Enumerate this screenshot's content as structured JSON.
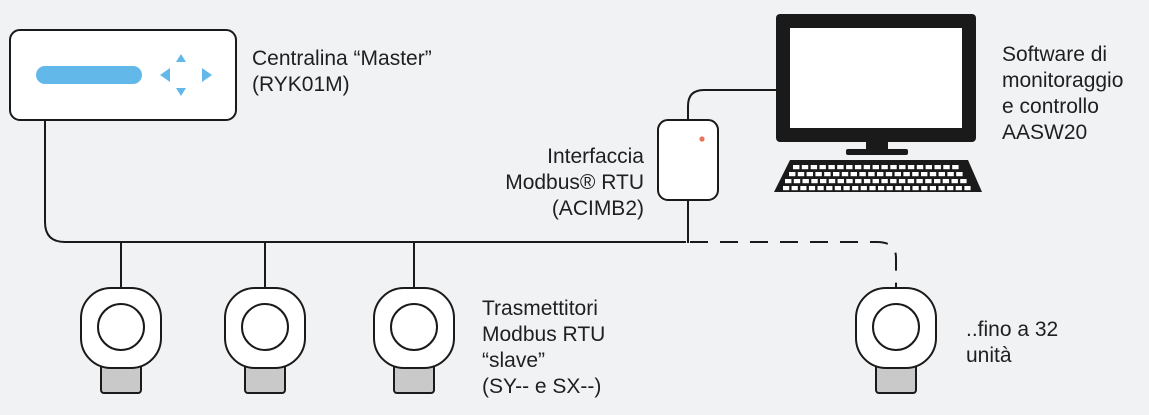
{
  "colors": {
    "background": "#f1f2f4",
    "line": "#1a1a1a",
    "device_fill": "#ffffff",
    "master_accent": "#63b8ea",
    "interface_led": "#e8755a",
    "sensor_base": "#c9c9c9"
  },
  "master": {
    "label_line1": "Centralina “Master”",
    "label_line2": "(RYK01M)"
  },
  "software": {
    "label_line1": "Software di",
    "label_line2": "monitoraggio",
    "label_line3": "e controllo",
    "label_line4": "AASW20"
  },
  "interface": {
    "label_line1": "Interfaccia",
    "label_line2": "Modbus® RTU",
    "label_line3": "(ACIMB2)"
  },
  "transmitters": {
    "label_line1": "Trasmettitori",
    "label_line2": "Modbus RTU",
    "label_line3": "“slave”",
    "label_line4": "(SY-- e SX--)"
  },
  "limit": {
    "label_line1": "..fino a 32",
    "label_line2": "unità"
  }
}
